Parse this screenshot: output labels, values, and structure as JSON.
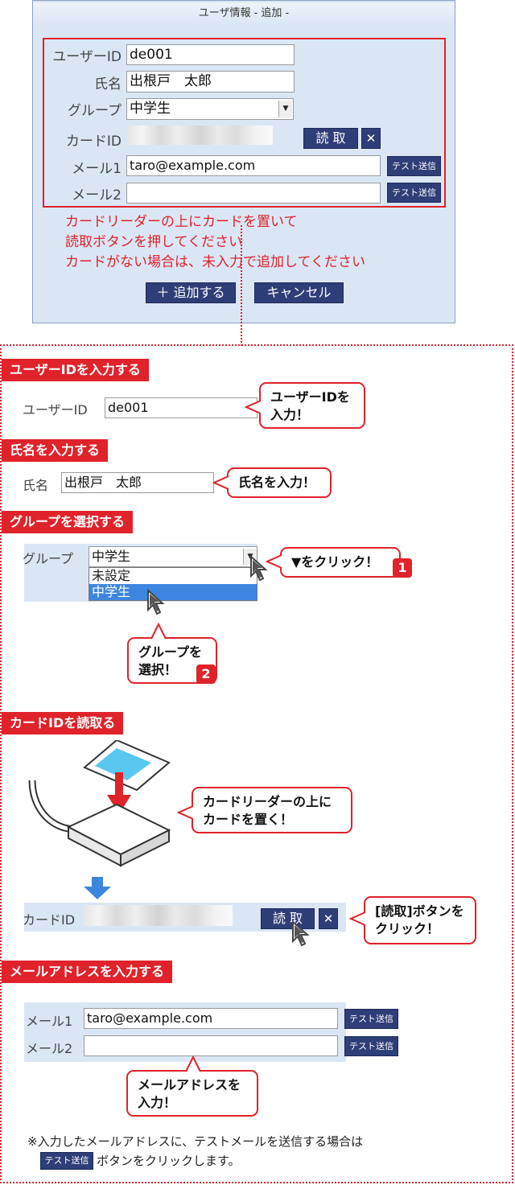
{
  "dialog": {
    "title": "ユーザ情報 - 追加 -",
    "user_id_label": "ユーザーID",
    "user_id_value": "de001",
    "name_label": "氏名",
    "name_value": "出根戸　太郎",
    "group_label": "グループ",
    "group_value": "中学生",
    "card_label": "カードID",
    "read_button": "読 取",
    "clear_button": "✕",
    "mail1_label": "メール1",
    "mail1_value": "taro@example.com",
    "mail2_label": "メール2",
    "mail2_value": "",
    "test_send": "テスト送信",
    "note_lines": [
      "カードリーダーの上にカードを置いて",
      "読取ボタンを押してください",
      "カードがない場合は、未入力で追加してください"
    ],
    "add_button": "＋ 追加する",
    "cancel_button": "キャンセル"
  },
  "guide": {
    "sec1": {
      "header": "ユーザーIDを入力する",
      "label": "ユーザーID",
      "value": "de001",
      "bubble1": "ユーザーIDを",
      "bubble2": "入力！"
    },
    "sec2": {
      "header": "氏名を入力する",
      "label": "氏名",
      "value": "出根戸　太郎",
      "bubble": "氏名を入力！"
    },
    "sec3": {
      "header": "グループを選択する",
      "label": "グループ",
      "value": "中学生",
      "options": [
        "未設定",
        "中学生"
      ],
      "bubble_click": "▼をクリック！",
      "badge1": "1",
      "bubble_sel1": "グループを",
      "bubble_sel2": "選択！",
      "badge2": "2"
    },
    "sec4": {
      "header": "カードIDを読取る",
      "bubble1": "カードリーダーの上に",
      "bubble2": "カードを置く！",
      "label": "カードID",
      "read_button": "読 取",
      "clear_button": "✕",
      "bubble_read1": "[読取]ボタンを",
      "bubble_read2": "クリック！"
    },
    "sec5": {
      "header": "メールアドレスを入力する",
      "mail1_label": "メール1",
      "mail1_value": "taro@example.com",
      "mail2_label": "メール2",
      "test_send": "テスト送信",
      "bubble1": "メールアドレスを",
      "bubble2": "入力！",
      "footnote1": "※入力したメールアドレスに、テストメールを送信する場合は",
      "footnote_btn": "テスト送信",
      "footnote2": "ボタンをクリックします。"
    }
  },
  "colors": {
    "accent_red": "#e0222a",
    "navy": "#2e3e78",
    "dialog_bg": "#dbe6f5",
    "select_blue": "#3d86e0"
  }
}
